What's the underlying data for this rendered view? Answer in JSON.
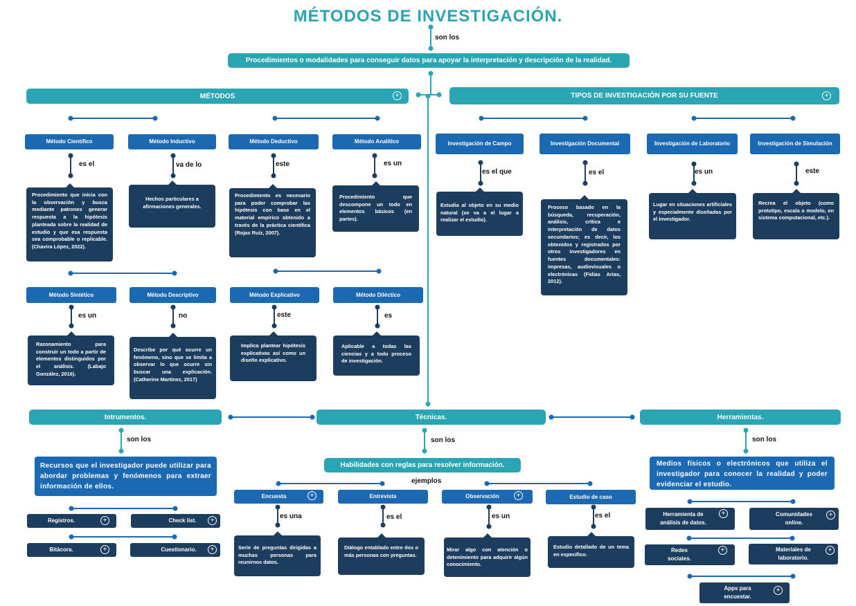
{
  "title": "MÉTODOS DE INVESTIGACIÓN.",
  "connector_top": "son los",
  "definition": "Procedimientos o modalidades para conseguir datos para apoyar la interpretación y descripción de la realidad.",
  "colors": {
    "teal": "#29a5b4",
    "blue": "#1b68b3",
    "navy": "#1c3d5e",
    "title": "#2aa3b2"
  },
  "metodos": {
    "header": "MÉTODOS",
    "items": [
      {
        "name": "Método Científico",
        "link": "es el",
        "desc": "Procedimiento que inicia con la observación y busca mediante patrones generar respuesta a la hipótesis planteada sobre la realidad de estudio y que esa respuesta sea comprobable o replicable. (Chavira López, 2022)."
      },
      {
        "name": "Método Inductivo",
        "link": "va de lo",
        "desc": "Hechos particulares a afirmaciones generales."
      },
      {
        "name": "Método Deductivo",
        "link": "este",
        "desc": "Procedimiento es necesario para poder comprobar las hipótesis con base en el material empírico obtenido a través de la práctica científica (Rojas Ruíz, 2007)."
      },
      {
        "name": "Método Analítico",
        "link": "es un",
        "desc": "Procedimiento que descompone un todo en elementos básicos (en partes)."
      },
      {
        "name": "Método Sintético",
        "link": "es un",
        "desc": "Razonamiento para construir un todo a partir de elementos distinguidos por el análisis. (Labajo González, 2016)."
      },
      {
        "name": "Método Descriptivo",
        "link": "no",
        "desc": "Describe por qué ocurre un fenómeno, sino que se limita a observar lo que ocurre sin buscar una explicación. (Catherine Martinez, 2017)"
      },
      {
        "name": "Método Explicativo",
        "link": "este",
        "desc": "Implica plantear hipótesis explicativas así como un diseño explicativo."
      },
      {
        "name": "Método Diléctico",
        "link": "es",
        "desc": "Aplicable a todas las ciencias y a todo proceso de investigación."
      }
    ]
  },
  "tipos": {
    "header": "TIPOS DE INVESTIGACIÓN POR SU FUENTE",
    "items": [
      {
        "name": "Investigación de Campo",
        "link": "es el que",
        "desc": "Estudia al objeto en su medio natural (se va a el lugar a realizar el estudio)."
      },
      {
        "name": "Investigación Documental",
        "link": "es el",
        "desc": "Proceso basado en la búsqueda, recuperación, análisis, crítica e interpretación de datos secundarios; es decir, los obtenidos y registrados por otros investigadores en fuentes documentales: impresas, audiovisuales o electrónicas (Fidias Arias, 2012)."
      },
      {
        "name": "Investigación de Laboratorio",
        "link": "es un",
        "desc": "Lugar en situaciones artificiales y especialmente diseñadas por el investigador."
      },
      {
        "name": "Investigación de Simulación",
        "link": "este",
        "desc": "Recrea el objeto (como prototipo, escala o modelo, en sistema computacional, etc.)."
      }
    ]
  },
  "instrumentos": {
    "header": "Intrumentos.",
    "link": "son los",
    "desc": "Recursos que el investigador puede utilizar para abordar problemas y fenómenos para extraer información de ellos.",
    "items": [
      "Registros.",
      "Check list.",
      "Bitácora.",
      "Cuestionario."
    ]
  },
  "tecnicas": {
    "header": "Técnicas.",
    "link": "son los",
    "desc": "Habilidades con reglas para resolver información.",
    "examples_label": "ejemplos",
    "items": [
      {
        "name": "Encuesta",
        "link": "es una",
        "desc": "Serie de preguntas dirigidas a muchas personas para reunirnos datos."
      },
      {
        "name": "Entrevista",
        "link": "es el",
        "desc": "Diálogo entablado entre dos o más personas con preguntas."
      },
      {
        "name": "Observación",
        "link": "es un",
        "desc": "Mirar algo con atención o detenimiento para adquirir algún conocimiento."
      },
      {
        "name": "Estudio de caso",
        "link": "es el",
        "desc": "Estudio detallado de un tema en específico."
      }
    ]
  },
  "herramientas": {
    "header": "Herramientas.",
    "link": "son los",
    "desc": "Medios físicos o electrónicos que utiliza el investigador para conocer la realidad y poder evidenciar el estudio.",
    "items": [
      "Herramienta de análisis de datos.",
      "Comunidades online.",
      "Redes sociales.",
      "Materiales de laboratorio.",
      "Apps para encuestar."
    ]
  },
  "plus_symbol": "+"
}
